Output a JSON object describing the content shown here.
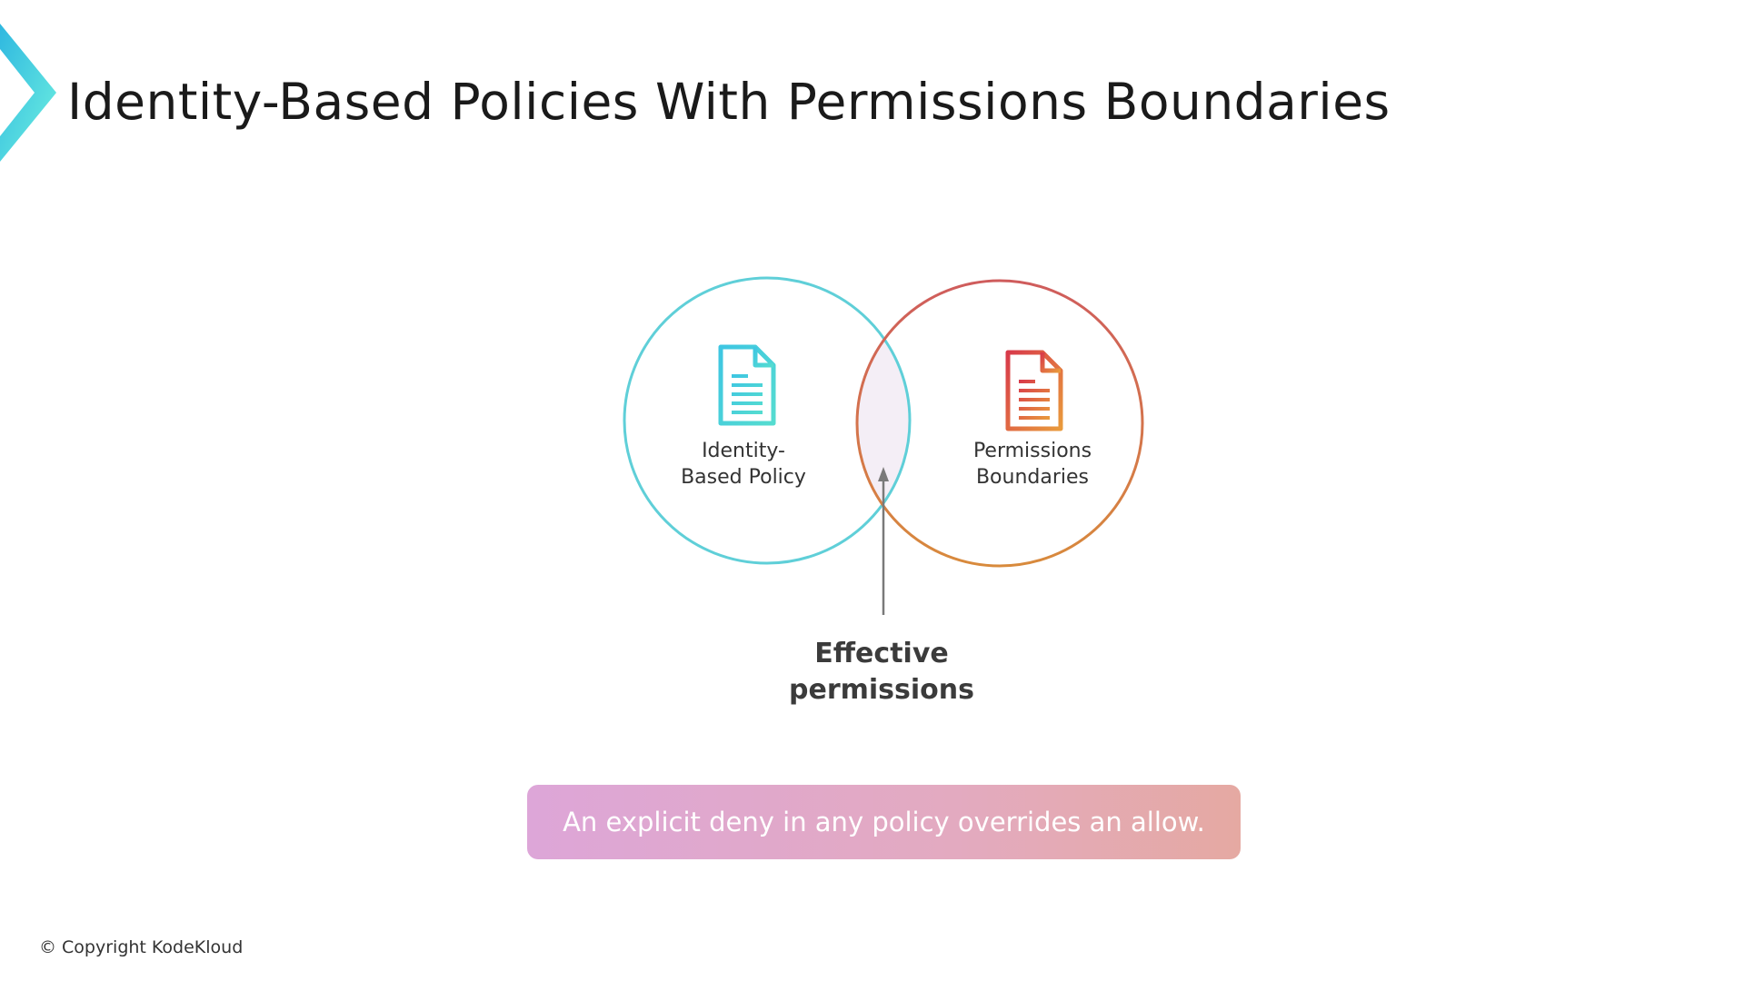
{
  "slide": {
    "title": "Identity-Based Policies With Permissions Boundaries"
  },
  "venn": {
    "left_circle": {
      "label_lines": [
        "Identity-",
        "Based Policy"
      ],
      "icon": "document-icon",
      "color": "#5fcfd8"
    },
    "right_circle": {
      "label_lines": [
        "Permissions",
        "Boundaries"
      ],
      "icon": "document-icon",
      "color": "#cf6e5a"
    },
    "intersection": {
      "label_lines": [
        "Effective",
        "permissions"
      ],
      "fill_color": "#f4eef6"
    }
  },
  "note": {
    "text": "An explicit deny in any policy overrides an allow."
  },
  "footer": {
    "copyright": "© Copyright KodeKloud"
  },
  "colors": {
    "brand_teal": "#3cc8d8",
    "arrow": "#7a7a7a",
    "title_text": "#1a1a1a"
  }
}
